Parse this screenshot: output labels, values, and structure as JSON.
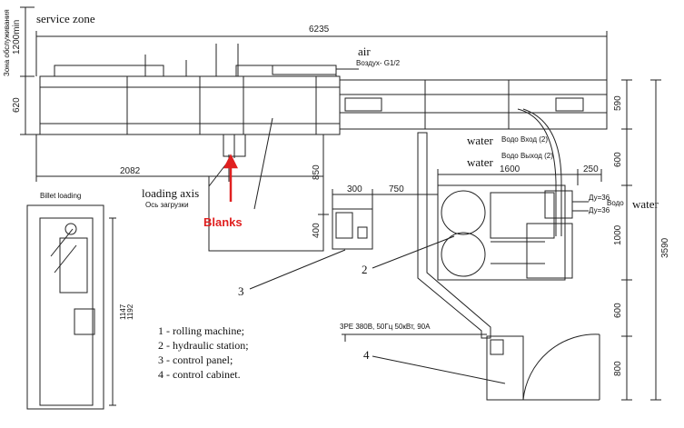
{
  "labels": {
    "service_zone": "service zone",
    "service_zone_ru": "Зона обслуживания",
    "min_1200": "1200min",
    "air": "air",
    "air_ru": "Воздух- G1/2",
    "water1": "water",
    "water1_ru": "Водо Вход (2)",
    "water2": "water",
    "water2_ru": "Водо Выход (2)",
    "water3": "water",
    "du1": "Ду=36",
    "du2": "Ду=36",
    "water_ru_right": "Водо",
    "loading_axis": "loading axis",
    "loading_axis_ru": "Ось загрузки",
    "blanks": "Blanks",
    "billet_loading": "Billet loading",
    "power": "3PE 380В, 50Гц 50кВт, 90А",
    "callout_2": "2",
    "callout_3": "3",
    "callout_4": "4"
  },
  "dimensions": {
    "d6235": "6235",
    "d620": "620",
    "d2082": "2082",
    "d850": "850",
    "d300": "300",
    "d750": "750",
    "d400": "400",
    "d1600": "1600",
    "d250": "250",
    "d590": "590",
    "d600a": "600",
    "d1000": "1000",
    "d600b": "600",
    "d800": "800",
    "d3590": "3590",
    "d1147": "1147",
    "d1192": "1192"
  },
  "legend": [
    "1 - rolling machine;",
    "2 - hydraulic station;",
    "3 - control panel;",
    "4 - control cabinet."
  ],
  "colors": {
    "accent": "#e02020",
    "line": "#222222"
  }
}
